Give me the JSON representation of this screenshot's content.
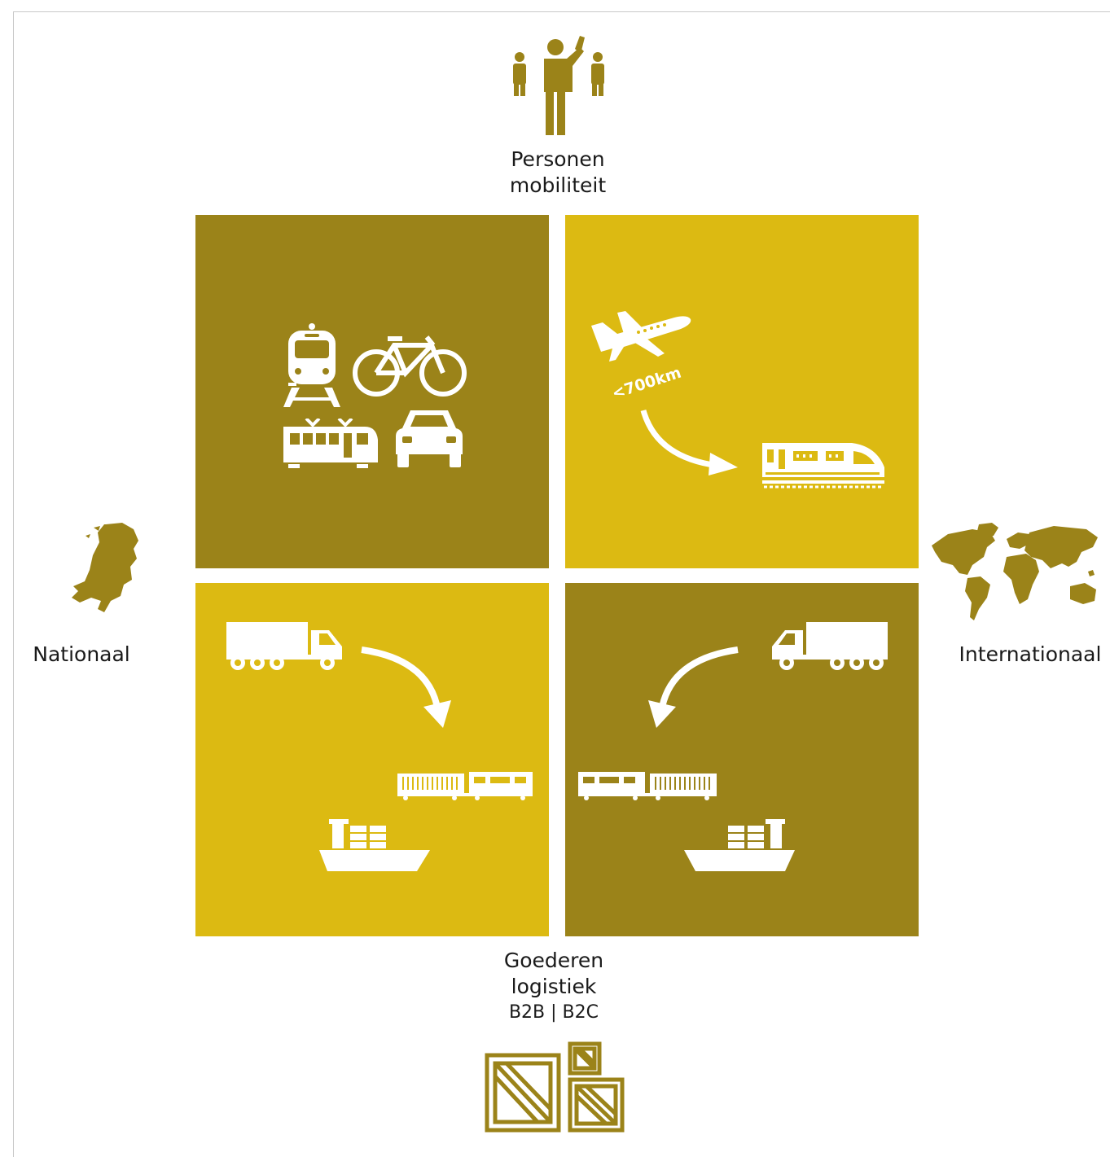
{
  "labels": {
    "top_line1": "Personen",
    "top_line2": "mobiliteit",
    "left": "Nationaal",
    "right": "Internationaal",
    "bottom_line1": "Goederen",
    "bottom_line2": "logistiek",
    "bottom_line3": "B2B | B2C"
  },
  "quadrant_texts": {
    "distance": "<700km"
  },
  "colors": {
    "dark_quadrant": "#9b8319",
    "light_quadrant": "#dcba12",
    "icon_olive": "#9b8319",
    "icon_white": "#ffffff"
  },
  "icons": [
    "people-icon",
    "netherlands-map-icon",
    "world-map-icon",
    "train-icon",
    "bicycle-icon",
    "tram-icon",
    "car-icon",
    "airplane-icon",
    "high-speed-train-icon",
    "truck-icon",
    "freight-train-icon",
    "ship-icon",
    "crates-icon"
  ]
}
